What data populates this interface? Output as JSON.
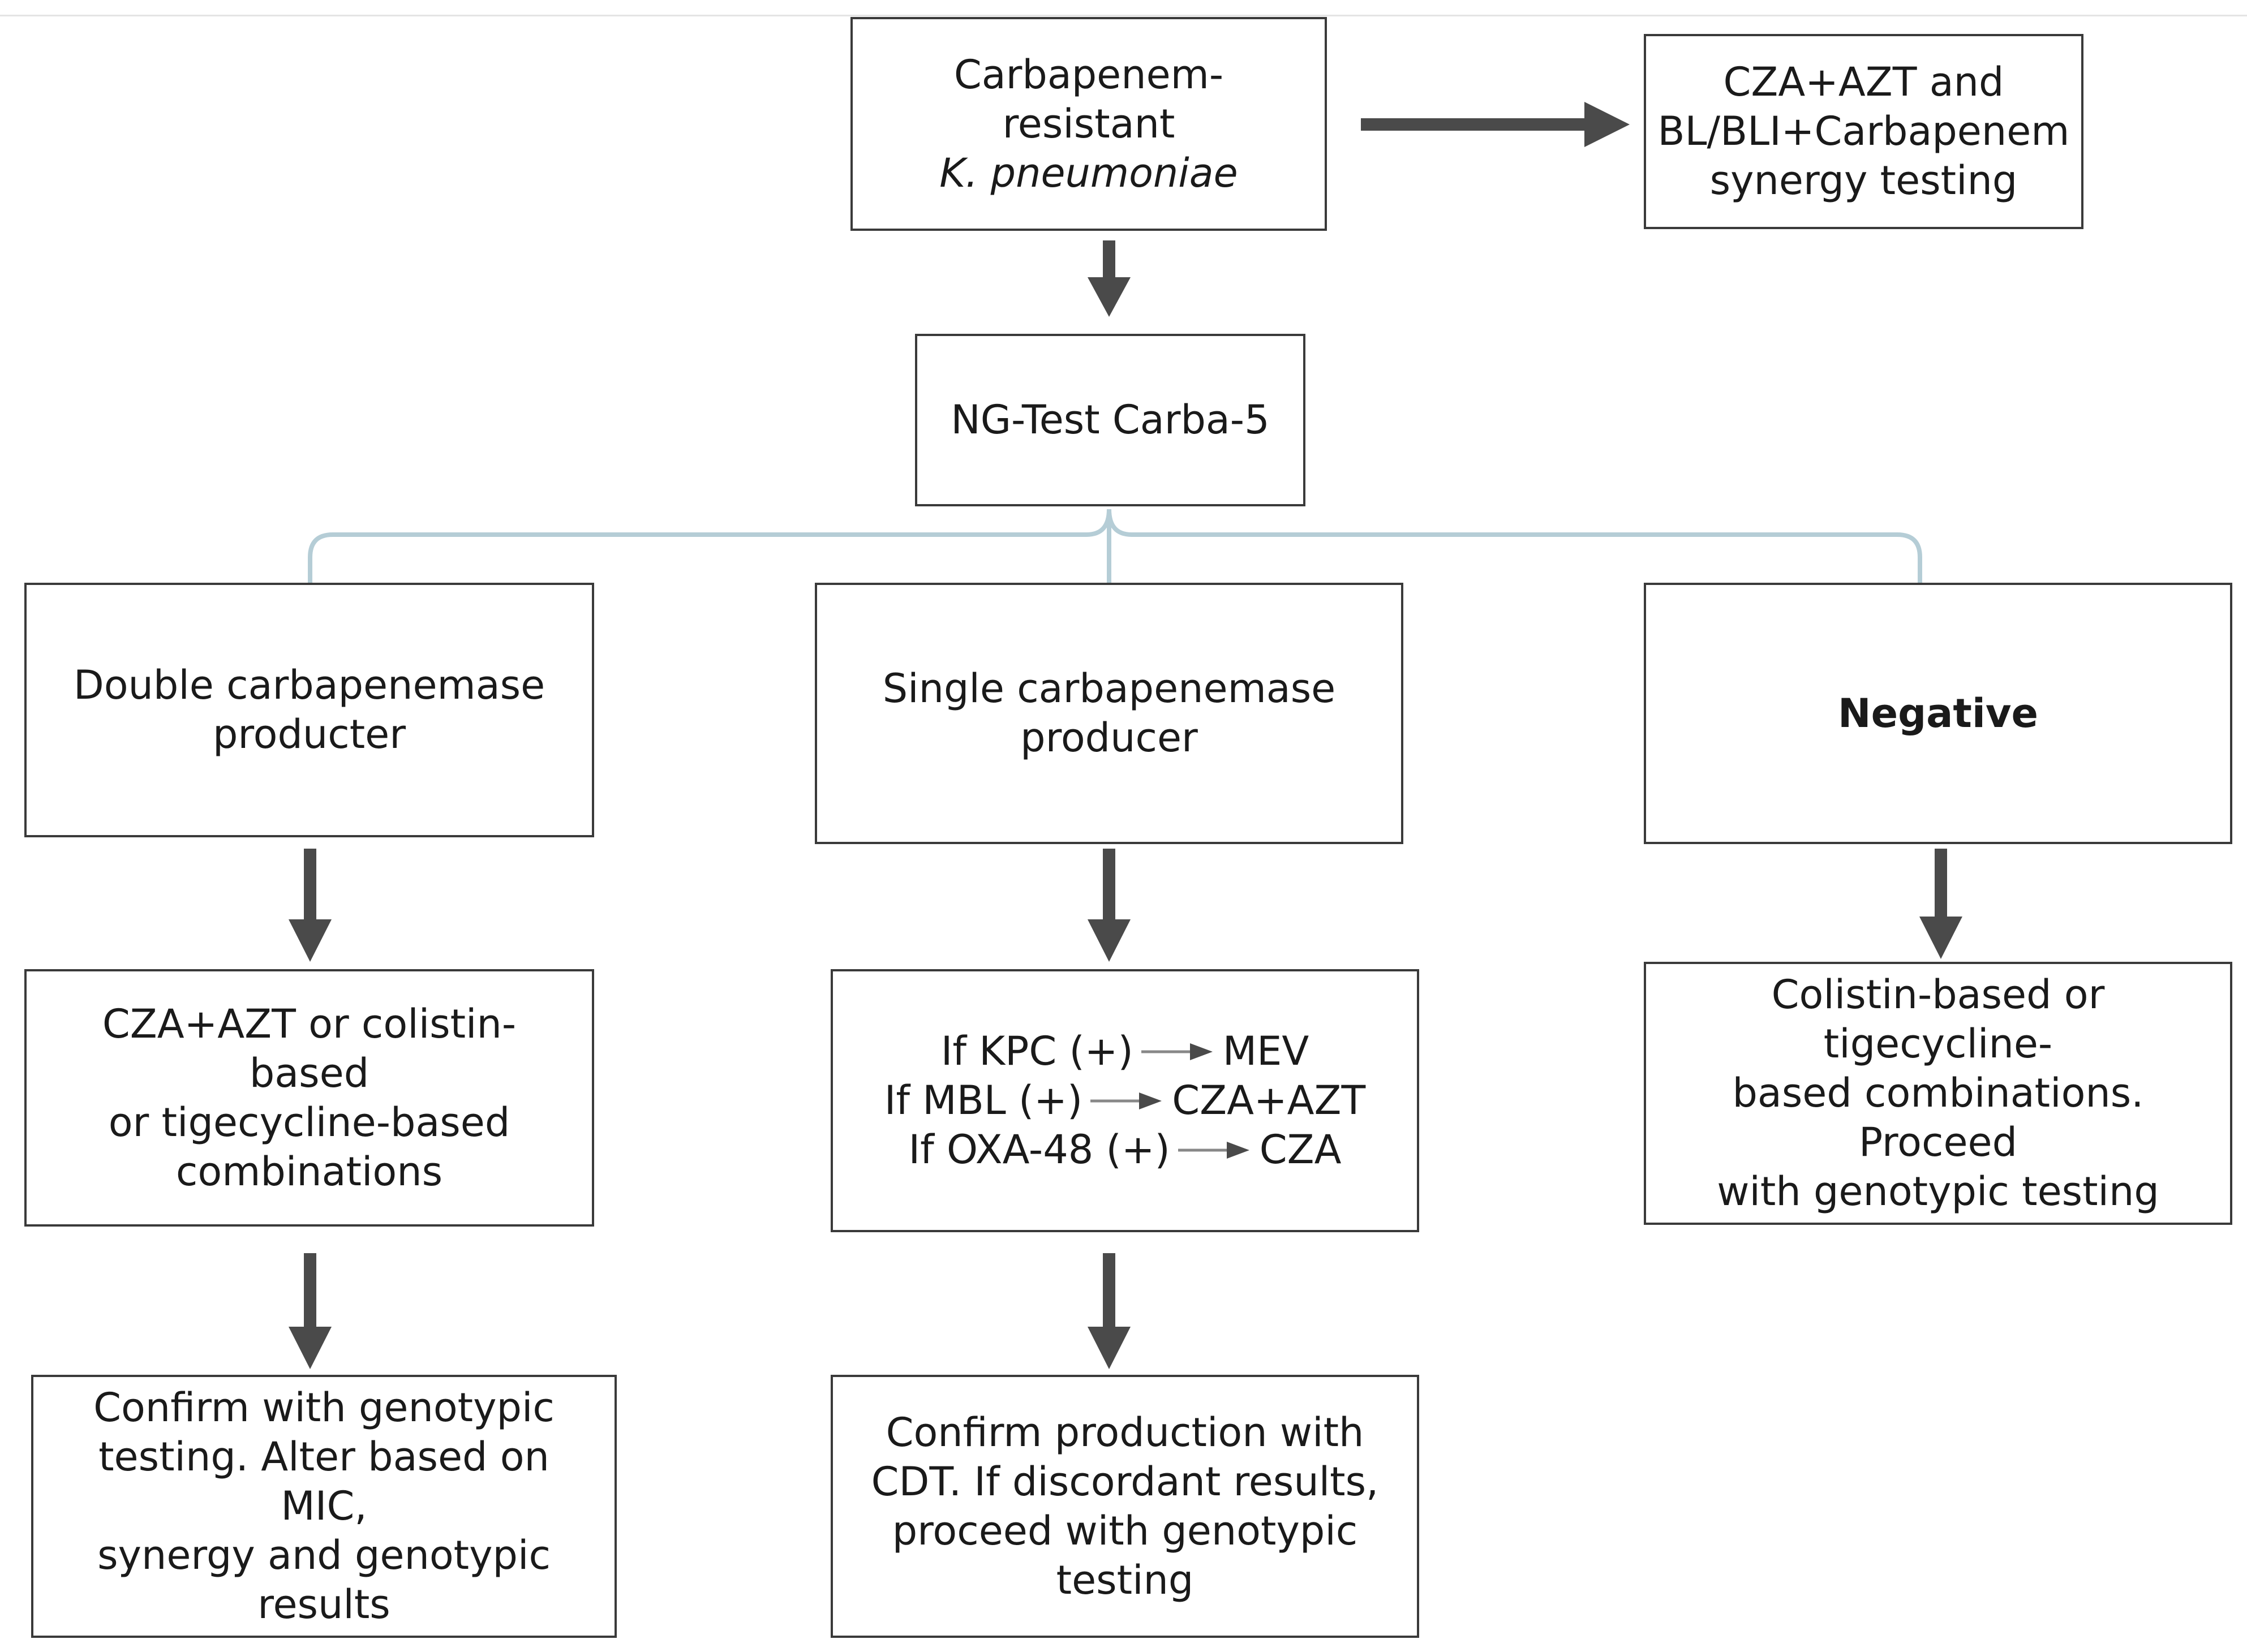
{
  "nodes": {
    "start": {
      "line1": "Carbapenem-resistant",
      "line2": "K. pneumoniae"
    },
    "synergy": {
      "lines": [
        "CZA+AZT and",
        "BL/BLI+Carbapenem",
        "synergy testing"
      ]
    },
    "ngtest": {
      "label": "NG-Test Carba-5"
    },
    "double": {
      "lines": [
        "Double carbapenemase",
        "producter"
      ]
    },
    "single": {
      "lines": [
        "Single carbapenemase",
        "producer"
      ]
    },
    "negative": {
      "label": "Negative"
    },
    "double_tx": {
      "lines": [
        "CZA+AZT or colistin-based",
        "or tigecycline-based",
        "combinations"
      ]
    },
    "single_tx": {
      "rules": [
        {
          "condition": "If KPC (+)",
          "result": "MEV"
        },
        {
          "condition": "If MBL (+)",
          "result": "CZA+AZT"
        },
        {
          "condition": "If OXA-48 (+)",
          "result": "CZA"
        }
      ]
    },
    "negative_tx": {
      "lines": [
        "Colistin-based or tigecycline-",
        "based combinations. Proceed",
        "with genotypic testing"
      ]
    },
    "double_confirm": {
      "lines": [
        "Confirm with genotypic",
        "testing. Alter based on MIC,",
        "synergy and genotypic",
        "results"
      ]
    },
    "single_confirm": {
      "lines": [
        "Confirm production with",
        "CDT. If discordant results,",
        "proceed with genotypic",
        "testing"
      ]
    }
  },
  "colors": {
    "box_border": "#3a3a3a",
    "arrow": "#4a4a4a",
    "thin_arrow": "#888888",
    "brace": "#b5cdd6"
  }
}
